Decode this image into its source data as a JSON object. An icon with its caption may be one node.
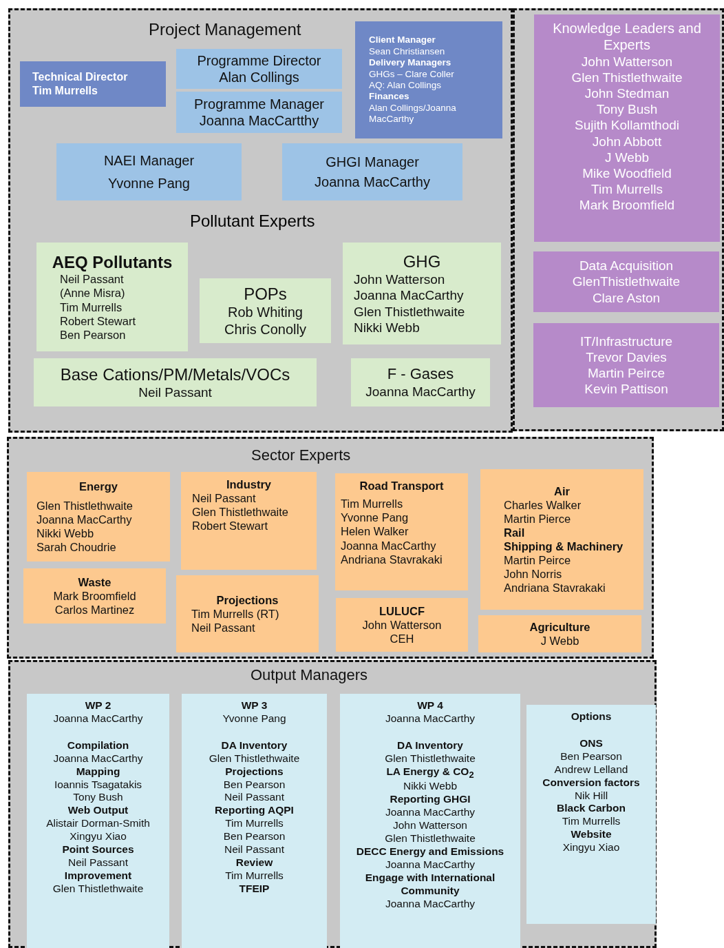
{
  "diagram": {
    "nodes": [
      {
        "text": [
          "Project Management"
        ]
      },
      {
        "text": [
          "Technical Director",
          "Tim Murrells"
        ],
        "in": 0
      },
      {
        "text": [
          "Programme Director",
          "Alan Collings"
        ],
        "in": 0
      },
      {
        "text": [
          "Programme Manager",
          "Joanna MacCartthy"
        ],
        "in": 0
      },
      {
        "text": [
          "Client Manager",
          "Sean Christiansen",
          "Delivery Managers",
          "GHGs – Clare Coller",
          "AQ: Alan Collings",
          "Finances",
          "Alan Collings/Joanna MacCarthy"
        ],
        "in": 0
      },
      {
        "text": [
          "NAEI Manager",
          "Yvonne Pang"
        ],
        "in": 0
      },
      {
        "text": [
          "GHGI Manager",
          "Joanna MacCarthy"
        ],
        "in": 0
      },
      {
        "text": [
          "AEQ Pollutants",
          "Neil Passant",
          "(Anne Misra)",
          "Tim Murrells",
          "Robert Stewart",
          "Ben Pearson"
        ],
        "in": 0
      },
      {
        "text": [
          "POPs",
          "Rob Whiting",
          "Chris Conolly"
        ],
        "in": 0
      },
      {
        "text": [
          "GHG",
          "John Watterson",
          "Joanna MacCarthy",
          "Glen Thistlethwaite",
          "Nikki Webb"
        ],
        "in": 0
      },
      {
        "text": [
          "Base Cations/PM/Metals/VOCs",
          "Neil Passant"
        ],
        "in": 0
      },
      {
        "text": [
          "F - Gases",
          "Joanna MacCarthy"
        ],
        "in": 0
      },
      {
        "text": [],
        "shape": "box"
      },
      {
        "text": [
          "Knowledge Leaders and Experts",
          "John Watterson",
          "Glen Thistlethwaite",
          "John Stedman",
          "Tony Bush",
          "Sujith Kollamthodi",
          "John Abbott",
          "J Webb",
          "Mike Woodfield",
          "Tim Murrells",
          "Mark Broomfield"
        ],
        "in": 12
      },
      {
        "text": [
          "Data Acquisition",
          "GlenThistlethwaite",
          "Clare Aston"
        ],
        "in": 12
      },
      {
        "text": [
          "IT/Infrastructure",
          "Trevor Davies",
          "Martin Peirce",
          "Kevin Pattison"
        ],
        "in": 12
      },
      {
        "text": [
          "Sector Experts"
        ]
      },
      {
        "text": [
          "Energy",
          "Glen Thistlethwaite",
          "Joanna MacCarthy",
          "Nikki Webb",
          "Sarah Choudrie"
        ],
        "in": 16
      },
      {
        "text": [
          "Industry",
          "Neil Passant",
          "Glen Thistlethwaite",
          "Robert Stewart"
        ],
        "in": 16
      },
      {
        "text": [
          "Road Transport",
          "Tim Murrells",
          "Yvonne Pang",
          "Helen Walker",
          "Joanna MacCarthy",
          "Andriana Stavrakaki"
        ],
        "in": 16
      },
      {
        "text": [
          "Air",
          "Charles Walker",
          "Martin Pierce",
          "Rail",
          "Shipping & Machinery",
          "Martin Peirce",
          "John Norris",
          "Andriana Stavrakaki"
        ],
        "in": 16
      },
      {
        "text": [
          "Waste",
          "Mark Broomfield",
          "Carlos Martinez"
        ],
        "in": 16
      },
      {
        "text": [
          "Projections",
          "Tim Murrells (RT)",
          "Neil Passant"
        ],
        "in": 16
      },
      {
        "text": [
          "LULUCF",
          "John Watterson",
          "CEH"
        ],
        "in": 16
      },
      {
        "text": [
          "Agriculture",
          "J Webb"
        ],
        "in": 16
      },
      {
        "text": [
          "Output Managers"
        ]
      },
      {
        "text": [
          "WP 2",
          "Joanna MacCarthy",
          "Compilation",
          "Joanna MacCarthy",
          "Mapping",
          "Ioannis Tsagatakis",
          "Tony Bush",
          "Web Output",
          "Alistair Dorman-Smith",
          "Xingyu Xiao",
          "Point Sources",
          "Neil Passant",
          "Improvement",
          "Glen Thistlethwaite"
        ],
        "in": 25
      },
      {
        "text": [
          "WP 3",
          "Yvonne Pang",
          "DA Inventory",
          "Glen Thistlethwaite",
          "Projections",
          "Ben Pearson",
          "Neil Passant",
          "Reporting AQPI",
          "Tim Murrells",
          "Ben Pearson",
          "Neil Passant",
          "Review",
          "Tim Murrells",
          "TFEIP"
        ],
        "in": 25
      },
      {
        "text": [
          "WP 4",
          "Joanna MacCarthy",
          "DA Inventory",
          "Glen Thistlethwaite",
          "LA Energy & CO$_{2}$",
          "Nikki Webb",
          "Reporting GHGI",
          "Joanna MacCarthy",
          "John Watterson",
          "Glen Thistlethwaite",
          "DECC Energy and Emissions",
          "Joanna MacCarthy",
          "Engage with International Community",
          "Joanna MacCarthy"
        ],
        "in": 25
      },
      {
        "text": [
          "Options",
          "ONS",
          "Ben Pearson",
          "Andrew Lelland",
          "Conversion factors",
          "Nik Hill",
          "Black Carbon",
          "Tim Murrells",
          "Website",
          "Xingyu Xiao"
        ],
        "in": 25
      }
    ],
    "labels": [
      "Pollutant Experts"
    ]
  }
}
